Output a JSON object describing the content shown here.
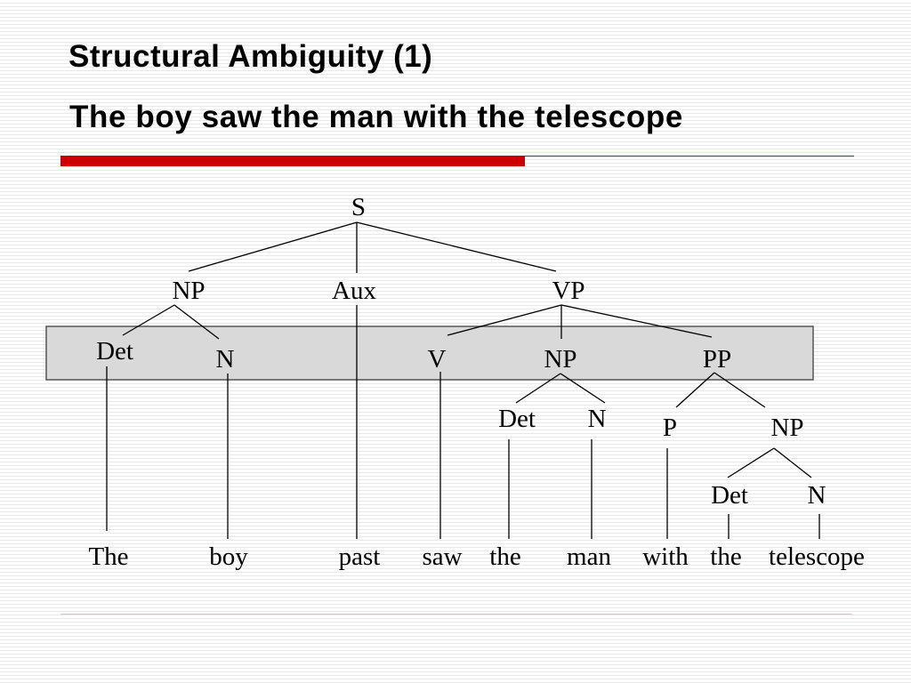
{
  "slide": {
    "title": "Structural Ambiguity (1)",
    "subtitle": "The boy saw the man with the telescope"
  },
  "colors": {
    "accent": "#cc0000",
    "highlight_box": "#d9d9d9"
  },
  "tree": {
    "nodes": {
      "s": "S",
      "np_subject": "NP",
      "aux": "Aux",
      "vp": "VP",
      "det_subject": "Det",
      "n_subject": "N",
      "v": "V",
      "np_object": "NP",
      "pp": "PP",
      "det_object": "Det",
      "n_object": "N",
      "p": "P",
      "np_pp": "NP",
      "det_pp": "Det",
      "n_pp": "N"
    },
    "words": {
      "the_1": "The",
      "boy": "boy",
      "past": "past",
      "saw": "saw",
      "the_2": "the",
      "man": "man",
      "with": "with",
      "the_3": "the",
      "telescope": "telescope"
    }
  }
}
